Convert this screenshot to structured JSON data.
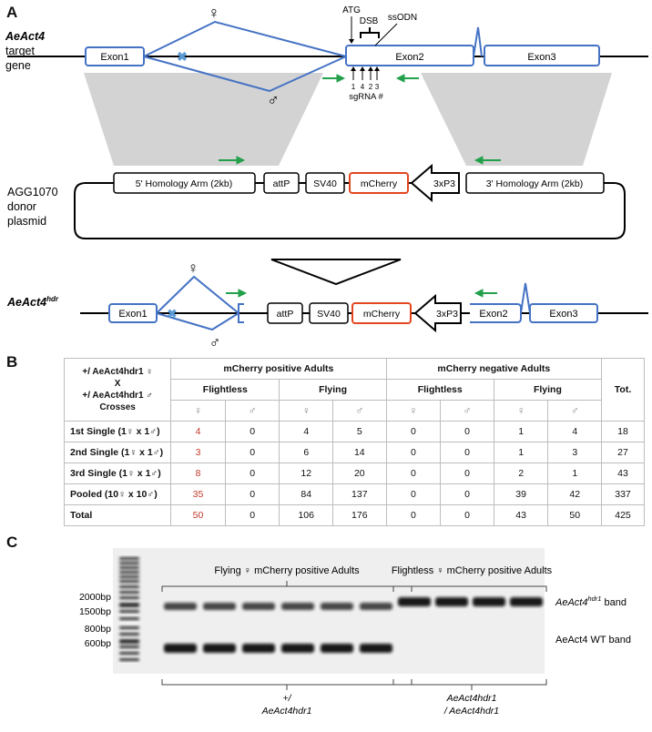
{
  "panels": {
    "a": "A",
    "b": "B",
    "c": "C"
  },
  "panel_a": {
    "target_label": [
      "AeAct4",
      "target",
      "gene"
    ],
    "donor_label": [
      "AGG1070",
      "donor",
      "plasmid"
    ],
    "hdr_label_base": "AeAct4",
    "hdr_label_sup": "hdr",
    "exon1": "Exon1",
    "exon2": "Exon2",
    "exon3": "Exon3",
    "atg": "ATG",
    "dsb": "DSB",
    "ssodn": "ssODN",
    "sgrna_numbers": [
      "1",
      "4",
      "2",
      "3"
    ],
    "sgrna_label": "sgRNA #",
    "homology_5": "5' Homology Arm (2kb)",
    "homology_3": "3' Homology Arm (2kb)",
    "attp": "attP",
    "sv40": "SV40",
    "mcherry": "mCherry",
    "promoter": "3xP3",
    "female": "♀",
    "male": "♂"
  },
  "panel_b": {
    "corner": [
      "+/ AeAct4hdr1 ♀",
      "X",
      "+/ AeAct4hdr1 ♂",
      "Crosses"
    ],
    "group_pos": "mCherry positive Adults",
    "group_neg": "mCherry negative Adults",
    "total_header": "Tot.",
    "flightless": "Flightless",
    "flying": "Flying",
    "female": "♀",
    "male": "♂",
    "rows": [
      {
        "label": "1st Single (1♀ x 1♂)",
        "values": [
          "4",
          "0",
          "4",
          "5",
          "0",
          "0",
          "1",
          "4"
        ],
        "total": "18"
      },
      {
        "label": "2nd Single (1♀ x 1♂)",
        "values": [
          "3",
          "0",
          "6",
          "14",
          "0",
          "0",
          "1",
          "3"
        ],
        "total": "27"
      },
      {
        "label": "3rd Single (1♀ x 1♂)",
        "values": [
          "8",
          "0",
          "12",
          "20",
          "0",
          "0",
          "2",
          "1"
        ],
        "total": "43"
      },
      {
        "label": "Pooled (10♀ x 10♂)",
        "values": [
          "35",
          "0",
          "84",
          "137",
          "0",
          "0",
          "39",
          "42"
        ],
        "total": "337"
      },
      {
        "label": "Total",
        "values": [
          "50",
          "0",
          "106",
          "176",
          "0",
          "0",
          "43",
          "50"
        ],
        "total": "425"
      }
    ],
    "highlight_color": "#c0392b"
  },
  "panel_c": {
    "flying_label": "Flying ♀ mCherry positive Adults",
    "flightless_label": "Flightless ♀ mCherry positive Adults",
    "ladder": [
      "2000bp",
      "1500bp",
      "800bp",
      "600bp"
    ],
    "band_hdr_base": "AeAct4",
    "band_hdr_sup": "hdr1",
    "band_hdr_suffix": " band",
    "band_wt": "AeAct4 WT band",
    "geno_het": [
      "+/",
      "AeAct4hdr1"
    ],
    "geno_hom": [
      "AeAct4hdr1",
      "/ AeAct4hdr1"
    ]
  }
}
